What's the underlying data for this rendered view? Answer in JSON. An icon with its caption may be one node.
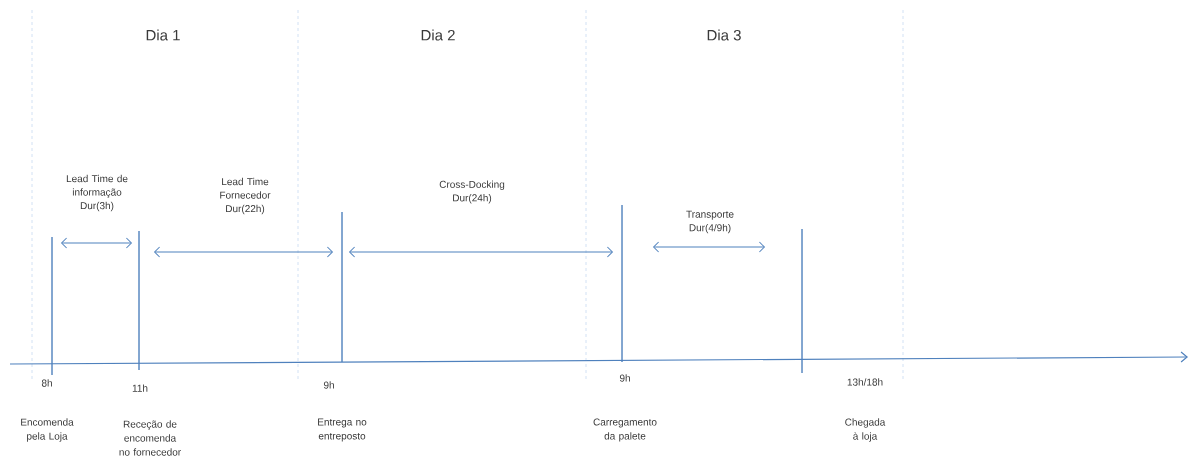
{
  "diagram": {
    "nodes": [
      {
        "text": [],
        "shape": "bar",
        "beside": [
          "8h",
          "Encomenda pela Loja"
        ]
      },
      {
        "text": [],
        "shape": "bar",
        "beside": [
          "11h",
          "Receção de encomenda no fornecedor"
        ]
      },
      {
        "text": [],
        "shape": "bar",
        "beside": [
          "9h",
          "Entrega no entreposto"
        ]
      },
      {
        "text": [],
        "shape": "bar",
        "beside": [
          "9h",
          "Carregamento da palete"
        ]
      },
      {
        "text": [],
        "shape": "bar",
        "beside": [
          "13h/18h",
          "Chegada à loja"
        ]
      }
    ],
    "edges": [
      {
        "from": 0,
        "to": 1,
        "arrow": "both",
        "label": "Lead Time de informação Dur(3h)"
      },
      {
        "from": 1,
        "to": 2,
        "arrow": "both",
        "label": "Lead Time Fornecedor Dur(22h)"
      },
      {
        "from": 2,
        "to": 3,
        "arrow": "both",
        "label": "Cross-Docking Dur(24h)"
      },
      {
        "from": 3,
        "to": 4,
        "arrow": "both",
        "label": "Transporte Dur(4/9h)"
      }
    ],
    "labels": [
      "Dia 1",
      "Dia 2",
      "Dia 3"
    ]
  }
}
